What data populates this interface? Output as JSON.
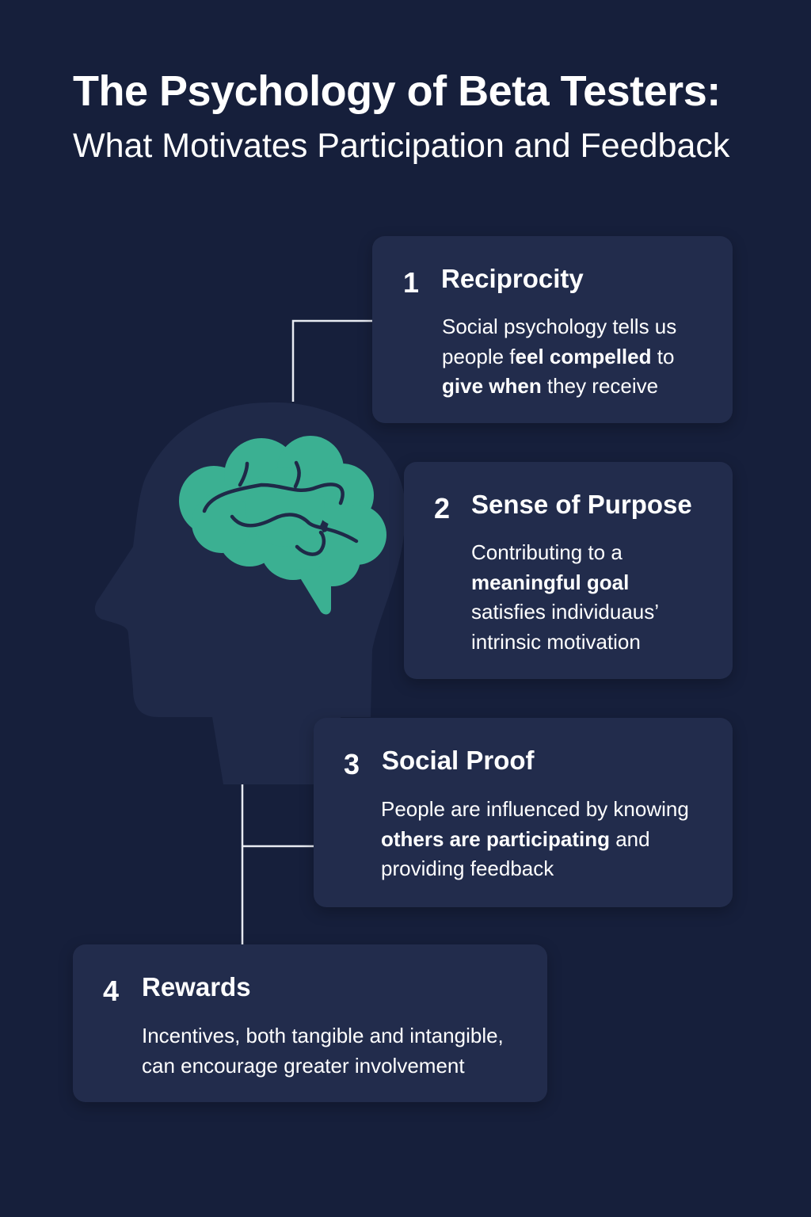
{
  "header": {
    "title": "The Psychology of Beta Testers:",
    "subtitle": "What Motivates Participation and Feedback"
  },
  "colors": {
    "background": "#161f3b",
    "card": "#222c4c",
    "head": "#1f2948",
    "brain": "#3bb092"
  },
  "illustration": {
    "icon": "head-with-brain-icon"
  },
  "items": [
    {
      "number": "1",
      "title": "Reciprocity",
      "lines": [
        [
          {
            "text": "Social psychology tells us",
            "bold": false
          }
        ],
        [
          {
            "text": "people f",
            "bold": false
          },
          {
            "text": "eel compelled",
            "bold": true
          },
          {
            "text": " to",
            "bold": false
          }
        ],
        [
          {
            "text": "give when",
            "bold": true
          },
          {
            "text": " they receive",
            "bold": false
          }
        ]
      ]
    },
    {
      "number": "2",
      "title": "Sense of Purpose",
      "lines": [
        [
          {
            "text": "Contributing to a",
            "bold": false
          }
        ],
        [
          {
            "text": "meaningful goal",
            "bold": true
          }
        ],
        [
          {
            "text": "satisfies individuaus’",
            "bold": false
          }
        ],
        [
          {
            "text": "intrinsic motivation",
            "bold": false
          }
        ]
      ]
    },
    {
      "number": "3",
      "title": "Social Proof",
      "lines": [
        [
          {
            "text": "People are influenced by knowing",
            "bold": false
          }
        ],
        [
          {
            "text": "others are participating",
            "bold": true
          },
          {
            "text": " and",
            "bold": false
          }
        ],
        [
          {
            "text": "providing feedback",
            "bold": false
          }
        ]
      ]
    },
    {
      "number": "4",
      "title": "Rewards",
      "lines": [
        [
          {
            "text": "Incentives, both tangible and intangible,",
            "bold": false
          }
        ],
        [
          {
            "text": "can encourage greater involvement",
            "bold": false
          }
        ]
      ]
    }
  ]
}
